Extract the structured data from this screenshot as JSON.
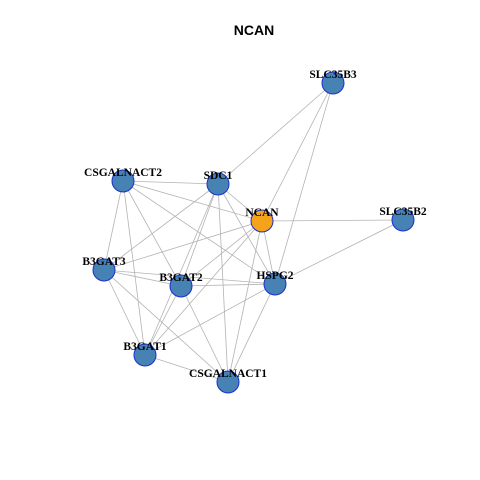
{
  "title": "NCAN",
  "colors": {
    "hub_fill": "#f5a31a",
    "node_fill": "#4682b4",
    "node_border": "#1a2fcf",
    "edge": "#b3b3b3"
  },
  "nodes": [
    {
      "id": "NCAN",
      "label": "NCAN",
      "hub": true
    },
    {
      "id": "SLC35B3",
      "label": "SLC35B3",
      "hub": false
    },
    {
      "id": "CSGALNACT2",
      "label": "CSGALNACT2",
      "hub": false
    },
    {
      "id": "SDC1",
      "label": "SDC1",
      "hub": false
    },
    {
      "id": "SLC35B2",
      "label": "SLC35B2",
      "hub": false
    },
    {
      "id": "B3GAT3",
      "label": "B3GAT3",
      "hub": false
    },
    {
      "id": "B3GAT2",
      "label": "B3GAT2",
      "hub": false
    },
    {
      "id": "HSPG2",
      "label": "HSPG2",
      "hub": false
    },
    {
      "id": "B3GAT1",
      "label": "B3GAT1",
      "hub": false
    },
    {
      "id": "CSGALNACT1",
      "label": "CSGALNACT1",
      "hub": false
    }
  ],
  "edges": [
    [
      "NCAN",
      "SLC35B3"
    ],
    [
      "NCAN",
      "CSGALNACT2"
    ],
    [
      "NCAN",
      "SDC1"
    ],
    [
      "NCAN",
      "SLC35B2"
    ],
    [
      "NCAN",
      "B3GAT3"
    ],
    [
      "NCAN",
      "B3GAT2"
    ],
    [
      "NCAN",
      "HSPG2"
    ],
    [
      "NCAN",
      "B3GAT1"
    ],
    [
      "NCAN",
      "CSGALNACT1"
    ],
    [
      "SLC35B3",
      "SDC1"
    ],
    [
      "SLC35B3",
      "HSPG2"
    ],
    [
      "CSGALNACT2",
      "SDC1"
    ],
    [
      "CSGALNACT2",
      "B3GAT3"
    ],
    [
      "CSGALNACT2",
      "B3GAT2"
    ],
    [
      "CSGALNACT2",
      "HSPG2"
    ],
    [
      "CSGALNACT2",
      "B3GAT1"
    ],
    [
      "SDC1",
      "B3GAT3"
    ],
    [
      "SDC1",
      "B3GAT2"
    ],
    [
      "SDC1",
      "HSPG2"
    ],
    [
      "SDC1",
      "B3GAT1"
    ],
    [
      "SDC1",
      "CSGALNACT1"
    ],
    [
      "SLC35B2",
      "HSPG2"
    ],
    [
      "B3GAT3",
      "B3GAT2"
    ],
    [
      "B3GAT3",
      "HSPG2"
    ],
    [
      "B3GAT3",
      "B3GAT1"
    ],
    [
      "B3GAT3",
      "CSGALNACT1"
    ],
    [
      "B3GAT2",
      "HSPG2"
    ],
    [
      "B3GAT2",
      "B3GAT1"
    ],
    [
      "B3GAT2",
      "CSGALNACT1"
    ],
    [
      "HSPG2",
      "B3GAT1"
    ],
    [
      "HSPG2",
      "CSGALNACT1"
    ],
    [
      "B3GAT1",
      "CSGALNACT1"
    ]
  ]
}
